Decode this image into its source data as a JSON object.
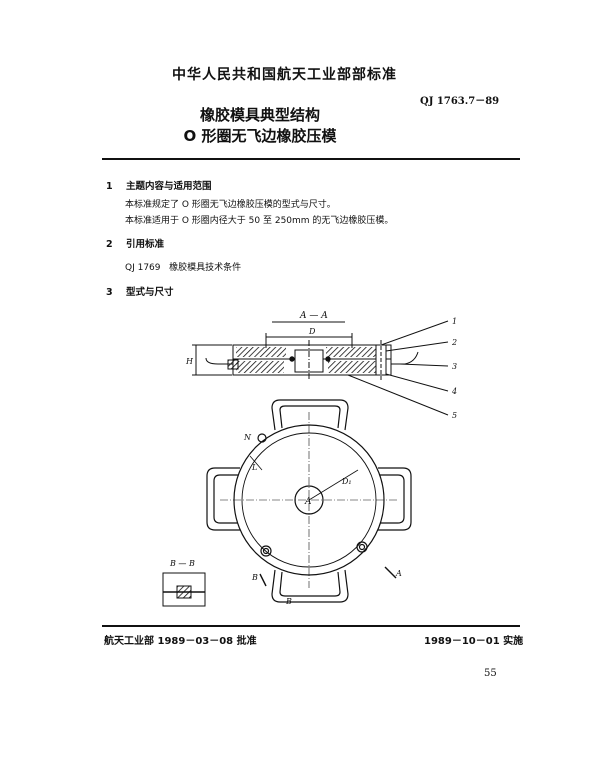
{
  "header": {
    "organization": "中华人民共和国航天工业部部标准",
    "standard_number": "QJ 1763.7－89",
    "title_line1": "橡胶模具典型结构",
    "title_line2": "O 形圈无飞边橡胶压模"
  },
  "sections": [
    {
      "number": "1",
      "heading": "主题内容与适用范围",
      "paragraphs": [
        "本标准规定了 O 形圈无飞边橡胶压模的型式与尺寸。",
        "本标准适用于 O 形圈内径大于 50 至 250mm 的无飞边橡胶压模。"
      ]
    },
    {
      "number": "2",
      "heading": "引用标准",
      "reference": {
        "code": "QJ 1769",
        "title": "橡胶模具技术条件"
      }
    },
    {
      "number": "3",
      "heading": "型式与尺寸"
    }
  ],
  "figure": {
    "section_label": "A — A",
    "dim_D": "D",
    "dim_H": "H",
    "dim_D1": "D₁",
    "dim_L": "L",
    "dim_N": "N",
    "center_label": "A",
    "view_label": "B — B",
    "cut_A": "A",
    "cut_B": "B",
    "callouts": [
      "1",
      "2",
      "3",
      "4",
      "5"
    ]
  },
  "footer": {
    "approved": "航天工业部 1989－03－08 批准",
    "effective": "1989－10－01 实施",
    "page_number": "55"
  }
}
